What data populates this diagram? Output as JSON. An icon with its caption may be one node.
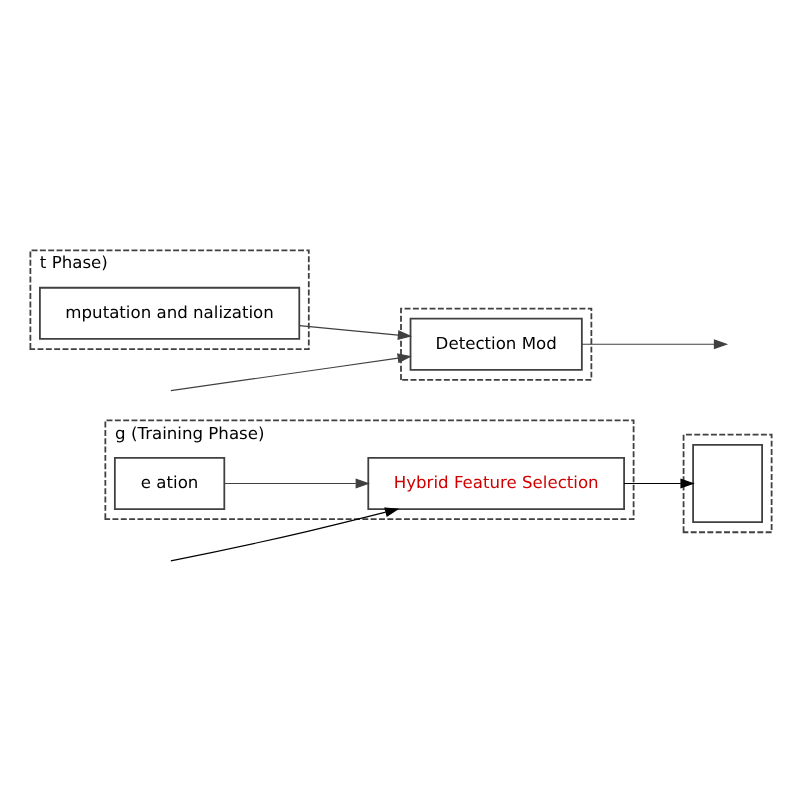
{
  "diagram": {
    "nodes": [
      {
        "text": [
          "g (Training Phase)"
        ]
      },
      {
        "text": [
          "e ation"
        ],
        "in": 0
      },
      {
        "text": [
          "Hybrid Feature Selection"
        ],
        "in": 0
      },
      {
        "text": [],
        "shape": "box"
      },
      {
        "text": [],
        "shape": "box",
        "in": 3
      },
      {
        "text": [
          "t Phase)"
        ]
      },
      {
        "text": [
          "mputation and nalization"
        ],
        "in": 5
      },
      {
        "text": [],
        "shape": "box"
      },
      {
        "text": [
          "Detection Mod"
        ],
        "in": 7
      }
    ],
    "edges": [
      {
        "from": 1,
        "to": 2,
        "arrow": "to"
      },
      {
        "from": 2,
        "to": 4,
        "arrow": "to",
        "color": "#000000"
      },
      {
        "from": null,
        "to": 2,
        "arrow": "to",
        "color": "#000000"
      },
      {
        "from": 6,
        "to": 8,
        "arrow": "to"
      },
      {
        "from": null,
        "to": 8,
        "arrow": "to"
      },
      {
        "from": 8,
        "to": null,
        "arrow": "to"
      }
    ]
  }
}
